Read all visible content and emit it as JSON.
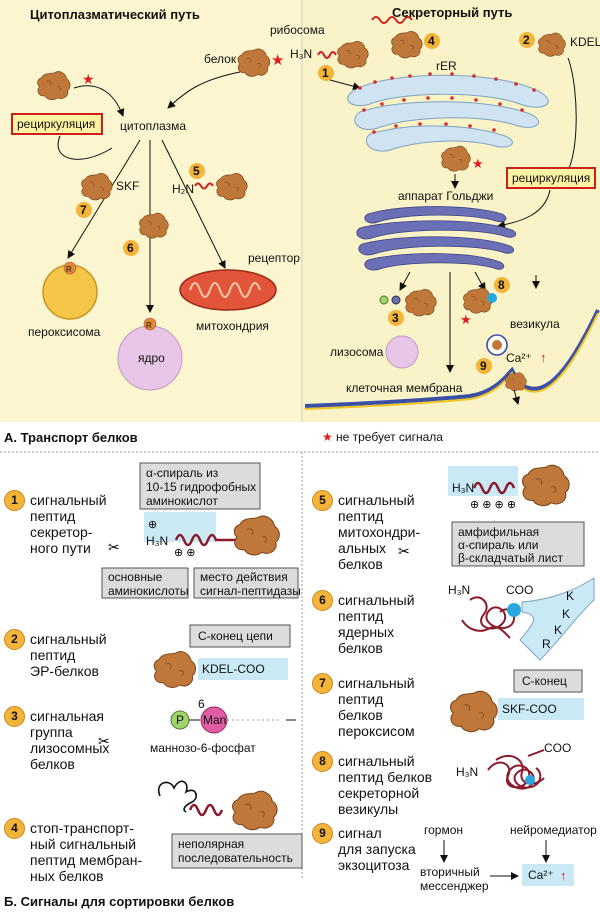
{
  "colors": {
    "panel_left": "#fbf6cf",
    "panel_right": "#f9f3c7",
    "blob": "#c0773a",
    "recirc_border": "#cc1e1e",
    "recirc_bg": "#fdf3a2",
    "golgi": "#6a6fb6",
    "er": "#cfe3f2",
    "mito": "#e2553a",
    "perox": "#f5c547",
    "nucleus": "#e7c6e8",
    "callout": "#dcdcdc",
    "highlight": "#c9e9f5",
    "number_circle": "#f4b43a",
    "star": "#e31b1b"
  },
  "panelA": {
    "title_left": "Цитоплазматический путь",
    "title_right": "Секреторный путь",
    "ribosome": "рибосома",
    "protein": "белок",
    "cytoplasm": "цитоплазма",
    "recycling_left": "рециркуляция",
    "recycling_right": "рециркуляция",
    "h3n": "H₃N",
    "h2n": "H₂N",
    "skf": "SKF",
    "kdel": "KDEL",
    "rer": "rER",
    "golgi": "аппарат Гольджи",
    "receptor": "рецептор",
    "mito": "митохондрия",
    "perox": "пероксисома",
    "nucleus": "ядро",
    "r": "R",
    "lysosome": "лизосома",
    "vesicle": "везикула",
    "membrane": "клеточная мембрана",
    "ca": "Ca²⁺",
    "caption": "А. Транспорт белков",
    "legend": "не требует сигнала",
    "nums": [
      "1",
      "2",
      "3",
      "4",
      "5",
      "6",
      "7",
      "8",
      "9"
    ]
  },
  "panelB": {
    "caption": "Б. Сигналы для сортировки белков",
    "items": [
      {
        "n": "1",
        "text": "сигнальный\nпептид\nсекретор-\nного пути"
      },
      {
        "n": "2",
        "text": "сигнальный\nпептид\nЭР-белков"
      },
      {
        "n": "3",
        "text": "сигнальная\nгруппа\nлизосомных\nбелков"
      },
      {
        "n": "4",
        "text": "стоп-транспорт-\nный сигнальный\nпептид мембран-\nных белков"
      },
      {
        "n": "5",
        "text": "сигнальный\nпептид\nмитохондри-\nальных\nбелков"
      },
      {
        "n": "6",
        "text": "сигнальный\nпептид\nядерных\nбелков"
      },
      {
        "n": "7",
        "text": "сигнальный\nпептид\nбелков\nпероксисом"
      },
      {
        "n": "8",
        "text": "сигнальный\nпептид белков\nсекреторной\nвезикулы"
      },
      {
        "n": "9",
        "text": "сигнал\nдля запуска\nэкзоцитоза"
      }
    ],
    "alpha_helix_1": "α-спираль из",
    "alpha_helix_2": "10-15 гидрофобных",
    "alpha_helix_3": "аминокислот",
    "basic_aa_1": "основные",
    "basic_aa_2": "аминокислоты",
    "peptidase_1": "место действия",
    "peptidase_2": "сигнал-пептидазы",
    "cterm_chain": "С-конец цепи",
    "kdel_coo": "KDEL-COO",
    "p": "P",
    "six": "6",
    "man": "Man",
    "m6p": "маннозо-6-фосфат",
    "nonpolar_1": "неполярная",
    "nonpolar_2": "последовательность",
    "amph_1": "амфифильная",
    "amph_2": "α-спираль или",
    "amph_3": "β-складчатый лист",
    "h3n": "H₃N",
    "coo": "COO",
    "kkkr": [
      "K",
      "K",
      "K",
      "R"
    ],
    "cterm": "С-конец",
    "skf_coo": "SKF-COO",
    "hormone": "гормон",
    "neurotransmitter": "нейромедиатор",
    "second_1": "вторичный",
    "second_2": "мессенджер",
    "ca": "Ca²⁺"
  }
}
